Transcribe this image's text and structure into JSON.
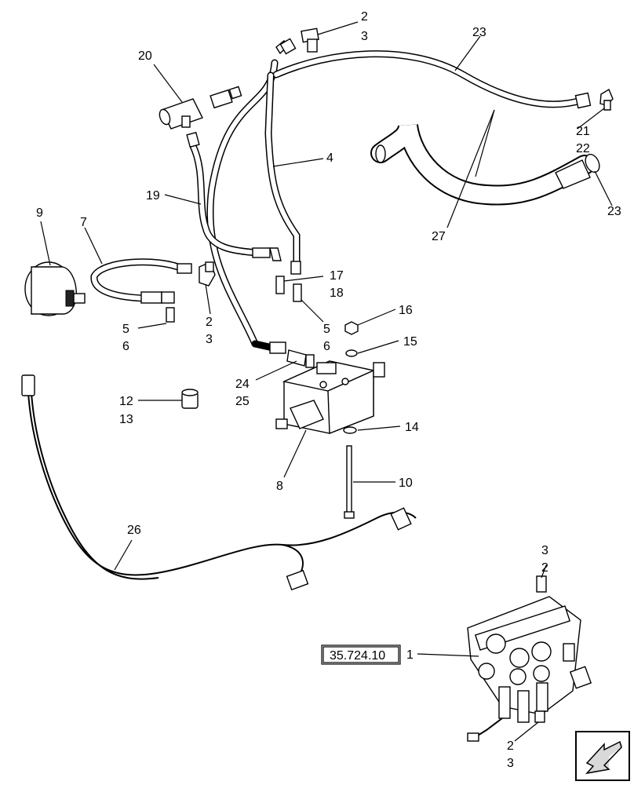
{
  "callouts": {
    "c2a": "2",
    "c3a": "3",
    "c20": "20",
    "c23a": "23",
    "c21": "21",
    "c22": "22",
    "c4": "4",
    "c19": "19",
    "c23b": "23",
    "c27": "27",
    "c9": "9",
    "c7": "7",
    "c17": "17",
    "c18": "18",
    "c2b": "2",
    "c3b": "3",
    "c16": "16",
    "c5a": "5",
    "c6a": "6",
    "c5b": "5",
    "c6b": "6",
    "c15": "15",
    "c24": "24",
    "c25": "25",
    "c12": "12",
    "c13": "13",
    "c14": "14",
    "c10": "10",
    "c8": "8",
    "c26": "26",
    "c3c": "3",
    "c2c": "2",
    "c1": "1",
    "c2d": "2",
    "c3d": "3"
  },
  "reference": {
    "label": "35.724.10"
  },
  "icons": {
    "nav": "arrow-left-down-icon"
  }
}
